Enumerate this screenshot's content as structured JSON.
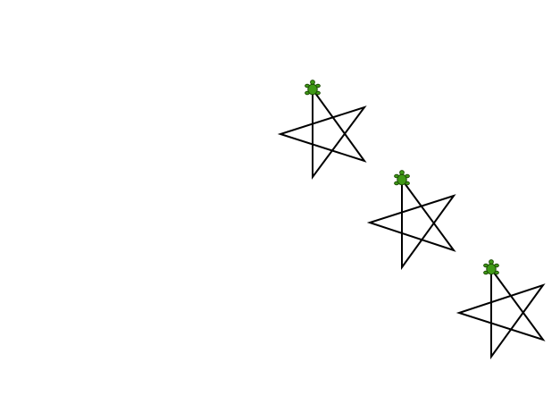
{
  "canvas": {
    "background": "#ffffff"
  },
  "drawing": {
    "stroke_color": "#000000",
    "shape": "five-pointed-star",
    "star_count": 3
  },
  "turtle_cursor": {
    "icon": "turtle-icon",
    "fill_color": "#3f9a16",
    "outline_color": "#1e4d07",
    "count": 3
  }
}
